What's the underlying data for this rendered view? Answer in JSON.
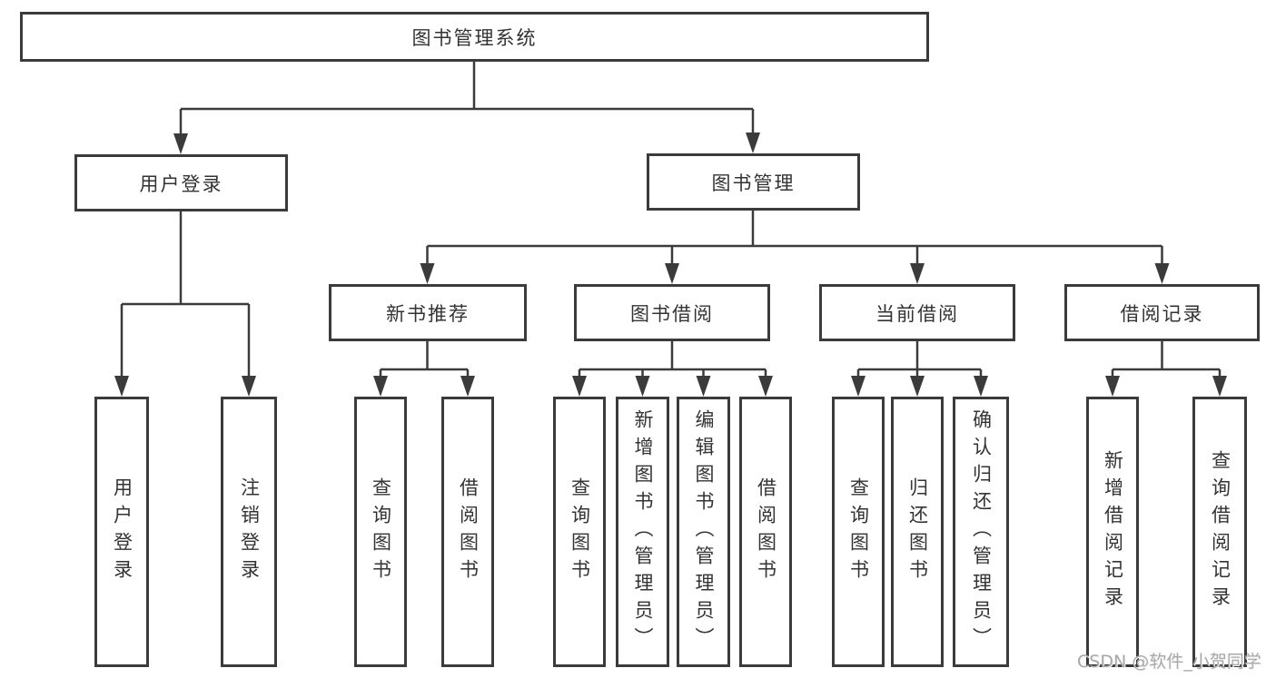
{
  "diagram": {
    "root": {
      "label": "图书管理系统"
    },
    "branches": [
      {
        "label": "用户登录",
        "children": [
          {
            "label": "用户登录"
          },
          {
            "label": "注销登录"
          }
        ]
      },
      {
        "label": "图书管理",
        "sections": [
          {
            "label": "新书推荐",
            "children": [
              {
                "label": "查询图书"
              },
              {
                "label": "借阅图书"
              }
            ]
          },
          {
            "label": "图书借阅",
            "children": [
              {
                "label": "查询图书"
              },
              {
                "label": "新增图书（管理员）"
              },
              {
                "label": "编辑图书（管理员）"
              },
              {
                "label": "借阅图书"
              }
            ]
          },
          {
            "label": "当前借阅",
            "children": [
              {
                "label": "查询图书"
              },
              {
                "label": "归还图书"
              },
              {
                "label": "确认归还（管理员）"
              }
            ]
          },
          {
            "label": "借阅记录",
            "children": [
              {
                "label": "新增借阅记录"
              },
              {
                "label": "查询借阅记录"
              }
            ]
          }
        ]
      }
    ]
  },
  "watermark": {
    "text": "CSDN @软件_小贺同学"
  },
  "colors": {
    "line": "#3b3b3b",
    "text": "#333333",
    "watermark": "#a9a9a9",
    "background": "#ffffff"
  }
}
